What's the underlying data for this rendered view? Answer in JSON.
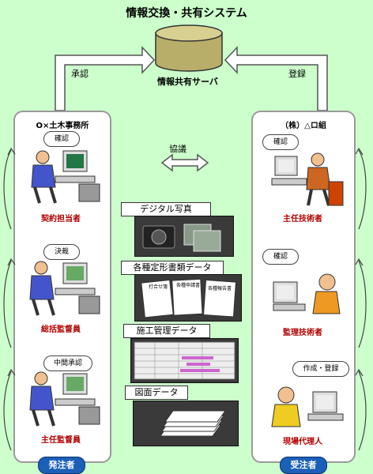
{
  "title": "情報交換・共有システム",
  "server": {
    "label": "情報共有サーバ"
  },
  "arrows": {
    "left_label": "承認",
    "right_label": "登録",
    "center_label": "協議"
  },
  "left_panel": {
    "title": "O×土木事務所",
    "footer": "発注者",
    "people": [
      {
        "bubble": "確認",
        "role": "契約担当者"
      },
      {
        "bubble": "決裁",
        "role": "総括監督員"
      },
      {
        "bubble": "中間承認",
        "role": "主任監督員"
      }
    ]
  },
  "right_panel": {
    "title": "（株）△ロ組",
    "footer": "受注者",
    "people": [
      {
        "bubble": "確認",
        "role": "主任技術者"
      },
      {
        "bubble": "確認",
        "role": "監理技術者"
      },
      {
        "bubble": "作成・登録",
        "role": "現場代理人"
      }
    ]
  },
  "data_categories": [
    {
      "label": "デジタル写真",
      "icon": "camera-photo-icon"
    },
    {
      "label": "各種定形書類データ",
      "icon": "documents-icon",
      "docs": [
        "打合せ簿",
        "各種申請書",
        "各種報告書"
      ]
    },
    {
      "label": "施工管理データ",
      "icon": "spreadsheet-icon"
    },
    {
      "label": "図面データ",
      "icon": "drawing-stack-icon"
    }
  ],
  "colors": {
    "background": "#ccffcc",
    "footer_pill": "#1b5fb8",
    "role_text": "#b00000",
    "server": "#c8bf7a"
  }
}
